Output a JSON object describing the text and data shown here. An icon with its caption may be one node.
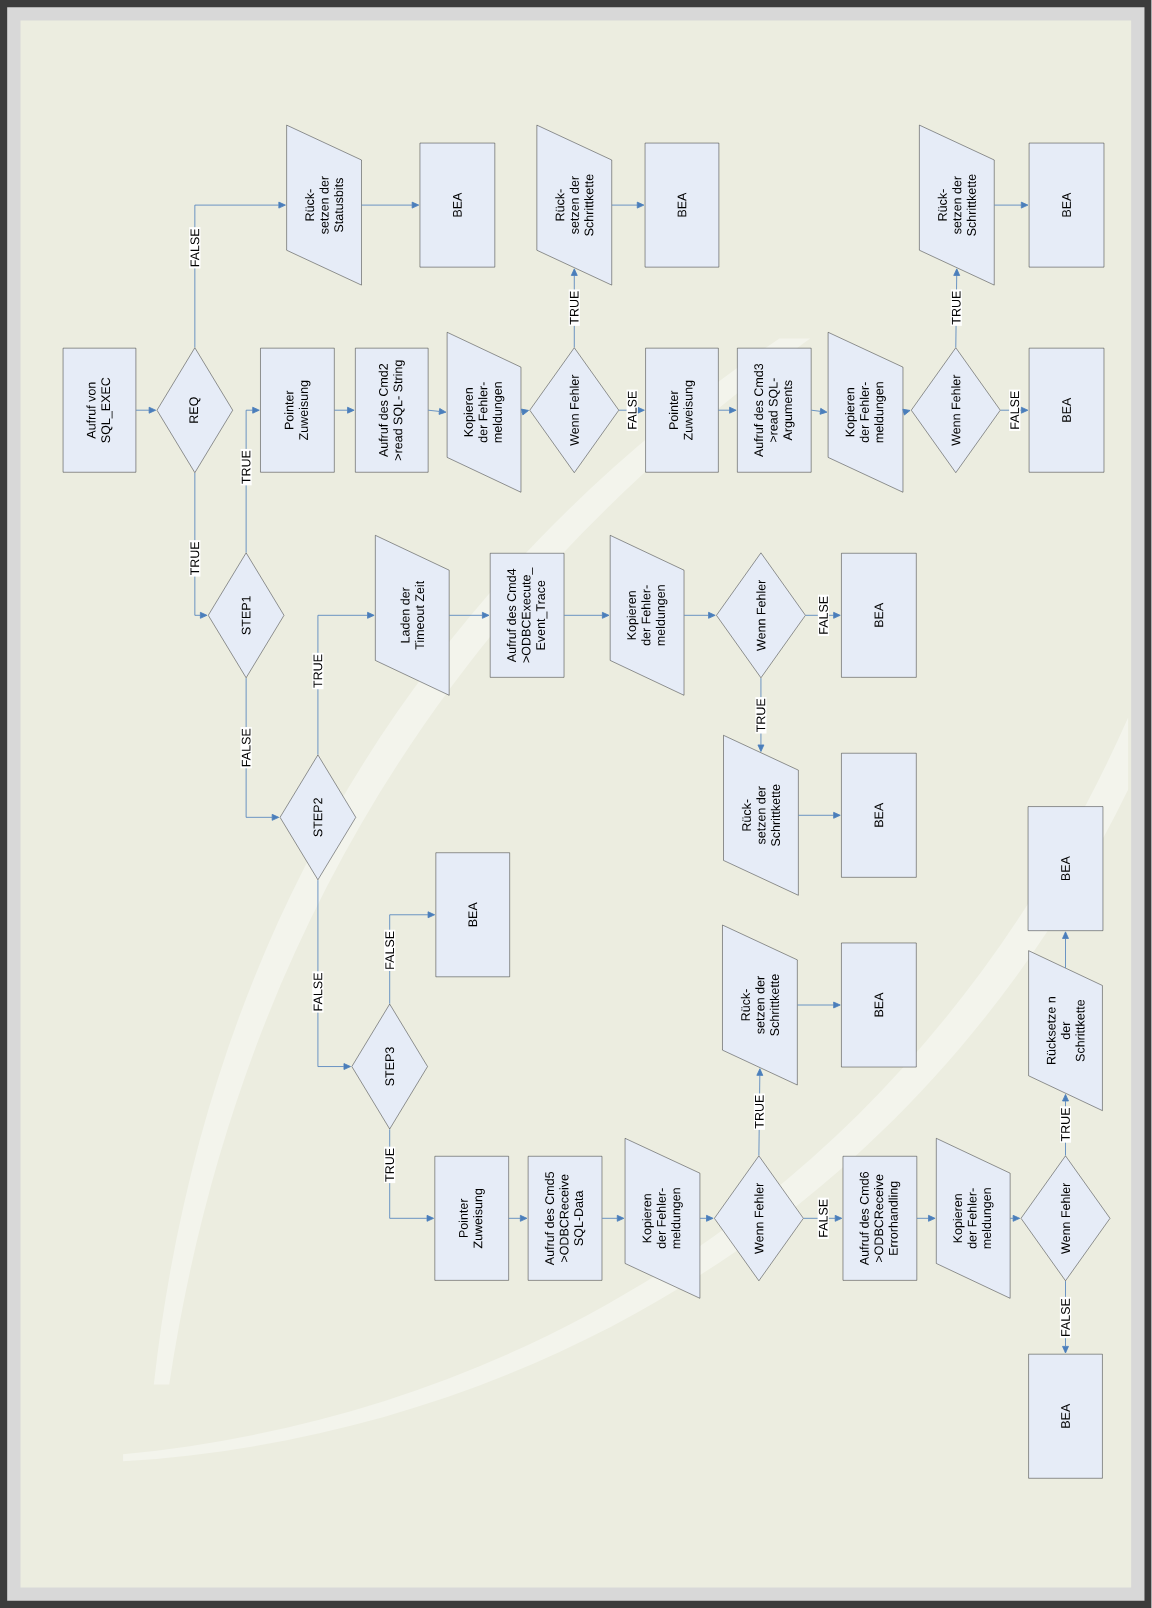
{
  "diagram": {
    "nodes": [
      {
        "text": [
          "Aufruf von SQL_EXEC"
        ]
      },
      {
        "text": [
          "REQ"
        ]
      },
      {
        "text": [
          "Rück- setzen der Statusbits"
        ]
      },
      {
        "text": [
          "BEA"
        ]
      },
      {
        "text": [
          "STEP1"
        ]
      },
      {
        "text": [
          "Pointer Zuweisung"
        ]
      },
      {
        "text": [
          "Aufruf des Cmd2 >read SQL- String"
        ]
      },
      {
        "text": [
          "Kopieren der Fehler- meldungen"
        ]
      },
      {
        "text": [
          "Wenn Fehler"
        ]
      },
      {
        "text": [
          "Rück- setzen der Schrittkette"
        ]
      },
      {
        "text": [
          "BEA"
        ]
      },
      {
        "text": [
          "Pointer Zuweisung"
        ]
      },
      {
        "text": [
          "Aufruf des Cmd3 >read SQL- Arguments"
        ]
      },
      {
        "text": [
          "Kopieren der Fehler- meldungen"
        ]
      },
      {
        "text": [
          "Wenn Fehler"
        ]
      },
      {
        "text": [
          "Rück- setzen der Schrittkette"
        ]
      },
      {
        "text": [
          "BEA"
        ]
      },
      {
        "text": [
          "BEA"
        ]
      },
      {
        "text": [
          "STEP2"
        ]
      },
      {
        "text": [
          "Laden der Timeout Zeit"
        ]
      },
      {
        "text": [
          "Aufruf des Cmd4 >ODBCExecute_ Event_Trace"
        ]
      },
      {
        "text": [
          "Kopieren der Fehler- meldungen"
        ]
      },
      {
        "text": [
          "Wenn Fehler"
        ]
      },
      {
        "text": [
          "BEA"
        ]
      },
      {
        "text": [
          "Rück- setzen der Schrittkette"
        ]
      },
      {
        "text": [
          "BEA"
        ]
      },
      {
        "text": [
          "STEP3"
        ]
      },
      {
        "text": [
          "BEA"
        ]
      },
      {
        "text": [
          "Pointer Zuweisung"
        ]
      },
      {
        "text": [
          "Aufruf des Cmd5 >ODBCReceive SQL-Data"
        ]
      },
      {
        "text": [
          "Kopieren der Fehler- meldungen"
        ]
      },
      {
        "text": [
          "Wenn Fehler"
        ]
      },
      {
        "text": [
          "Rück- setzen der Schrittkette"
        ]
      },
      {
        "text": [
          "BEA"
        ]
      },
      {
        "text": [
          "Aufruf des Cmd6 >ODBCReceive Errorhandling"
        ]
      },
      {
        "text": [
          "Kopieren der Fehler- meldungen"
        ]
      },
      {
        "text": [
          "Wenn Fehler"
        ]
      },
      {
        "text": [
          "Rücksetze n der Schrittkette"
        ]
      },
      {
        "text": [
          "BEA"
        ]
      },
      {
        "text": [
          "BEA"
        ]
      }
    ],
    "edges": [
      {
        "from": 0,
        "to": 1,
        "arrow": "to"
      },
      {
        "from": 1,
        "to": 2,
        "arrow": "to",
        "label": "FALSE"
      },
      {
        "from": 2,
        "to": 3,
        "arrow": "to"
      },
      {
        "from": 1,
        "to": 4,
        "arrow": "to",
        "label": "TRUE"
      },
      {
        "from": 4,
        "to": 5,
        "arrow": "to",
        "label": "TRUE"
      },
      {
        "from": 5,
        "to": 6,
        "arrow": "to"
      },
      {
        "from": 6,
        "to": 7,
        "arrow": "to"
      },
      {
        "from": 7,
        "to": 8,
        "arrow": "to"
      },
      {
        "from": 8,
        "to": 9,
        "arrow": "to",
        "label": "TRUE"
      },
      {
        "from": 9,
        "to": 10,
        "arrow": "to"
      },
      {
        "from": 8,
        "to": 11,
        "arrow": "to",
        "label": "FALSE"
      },
      {
        "from": 11,
        "to": 12,
        "arrow": "to"
      },
      {
        "from": 12,
        "to": 13,
        "arrow": "to"
      },
      {
        "from": 13,
        "to": 14,
        "arrow": "to"
      },
      {
        "from": 14,
        "to": 15,
        "arrow": "to",
        "label": "TRUE"
      },
      {
        "from": 15,
        "to": 16,
        "arrow": "to"
      },
      {
        "from": 14,
        "to": 17,
        "arrow": "to",
        "label": "FALSE"
      },
      {
        "from": 4,
        "to": 18,
        "arrow": "to",
        "label": "FALSE"
      },
      {
        "from": 18,
        "to": 19,
        "arrow": "to",
        "label": "TRUE"
      },
      {
        "from": 19,
        "to": 20,
        "arrow": "to"
      },
      {
        "from": 20,
        "to": 21,
        "arrow": "to"
      },
      {
        "from": 21,
        "to": 22,
        "arrow": "to"
      },
      {
        "from": 22,
        "to": 23,
        "arrow": "to",
        "label": "FALSE"
      },
      {
        "from": 22,
        "to": 24,
        "arrow": "to",
        "label": "TRUE"
      },
      {
        "from": 24,
        "to": 25,
        "arrow": "to"
      },
      {
        "from": 18,
        "to": 26,
        "arrow": "to",
        "label": "FALSE"
      },
      {
        "from": 26,
        "to": 27,
        "arrow": "to",
        "label": "FALSE"
      },
      {
        "from": 26,
        "to": 28,
        "arrow": "to",
        "label": "TRUE"
      },
      {
        "from": 28,
        "to": 29,
        "arrow": "to"
      },
      {
        "from": 29,
        "to": 30,
        "arrow": "to"
      },
      {
        "from": 30,
        "to": 31,
        "arrow": "to"
      },
      {
        "from": 31,
        "to": 32,
        "arrow": "to",
        "label": "TRUE"
      },
      {
        "from": 32,
        "to": 33,
        "arrow": "to"
      },
      {
        "from": 31,
        "to": 34,
        "arrow": "to",
        "label": "FALSE"
      },
      {
        "from": 34,
        "to": 35,
        "arrow": "to"
      },
      {
        "from": 35,
        "to": 36,
        "arrow": "to"
      },
      {
        "from": 36,
        "to": 37,
        "arrow": "to",
        "label": "TRUE"
      },
      {
        "from": 37,
        "to": 38,
        "arrow": "to"
      },
      {
        "from": 36,
        "to": 39,
        "arrow": "to",
        "label": "FALSE"
      }
    ]
  }
}
